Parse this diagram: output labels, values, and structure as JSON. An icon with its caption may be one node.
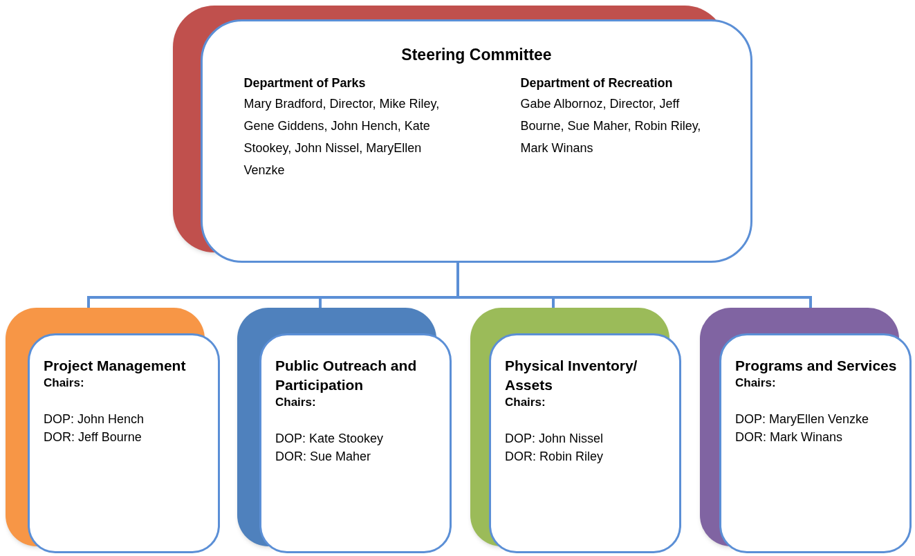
{
  "diagram": {
    "nodes": [
      {
        "text": [
          "Steering Committee",
          "Department of Parks",
          "Mary Bradford, Director, Mike Riley, Gene Giddens, John Hench, Kate Stookey, John Nissel, MaryEllen Venzke",
          "Department of Recreation",
          "Gabe Albornoz, Director, Jeff Bourne, Sue Maher, Robin Riley, Mark Winans"
        ]
      },
      {
        "text": [
          "Project Management",
          "Chairs:",
          "DOP: John Hench",
          "DOR: Jeff Bourne"
        ]
      },
      {
        "text": [
          "Public Outreach and Participation",
          "Chairs:",
          "DOP: Kate Stookey",
          "DOR: Sue Maher"
        ]
      },
      {
        "text": [
          "Physical Inventory/ Assets",
          "Chairs:",
          "DOP: John Nissel",
          "DOR: Robin Riley"
        ]
      },
      {
        "text": [
          "Programs and Services",
          "Chairs:",
          "DOP: MaryEllen Venzke",
          "DOR: Mark Winans"
        ]
      }
    ],
    "edges": [
      {
        "from": 0,
        "to": 1,
        "arrow": "none"
      },
      {
        "from": 0,
        "to": 2,
        "arrow": "none"
      },
      {
        "from": 0,
        "to": 3,
        "arrow": "none"
      },
      {
        "from": 0,
        "to": 4,
        "arrow": "none"
      }
    ]
  }
}
